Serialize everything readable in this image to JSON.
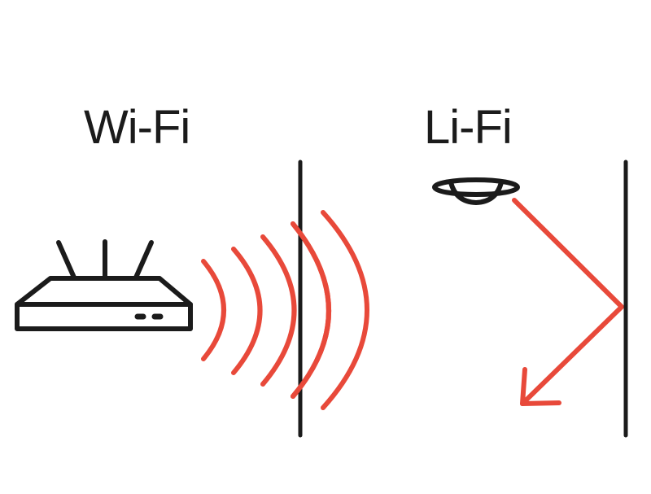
{
  "diagram": {
    "left_panel": {
      "title": "Wi-Fi",
      "device": "router-icon",
      "signal": "radio-waves",
      "behavior": "waves pass through wall"
    },
    "right_panel": {
      "title": "Li-Fi",
      "device": "ceiling-lamp-icon",
      "signal": "light-ray",
      "behavior": "light reflects off wall"
    }
  },
  "colors": {
    "stroke": "#1b1b1b",
    "signal": "#e8493a",
    "background": "#ffffff"
  }
}
